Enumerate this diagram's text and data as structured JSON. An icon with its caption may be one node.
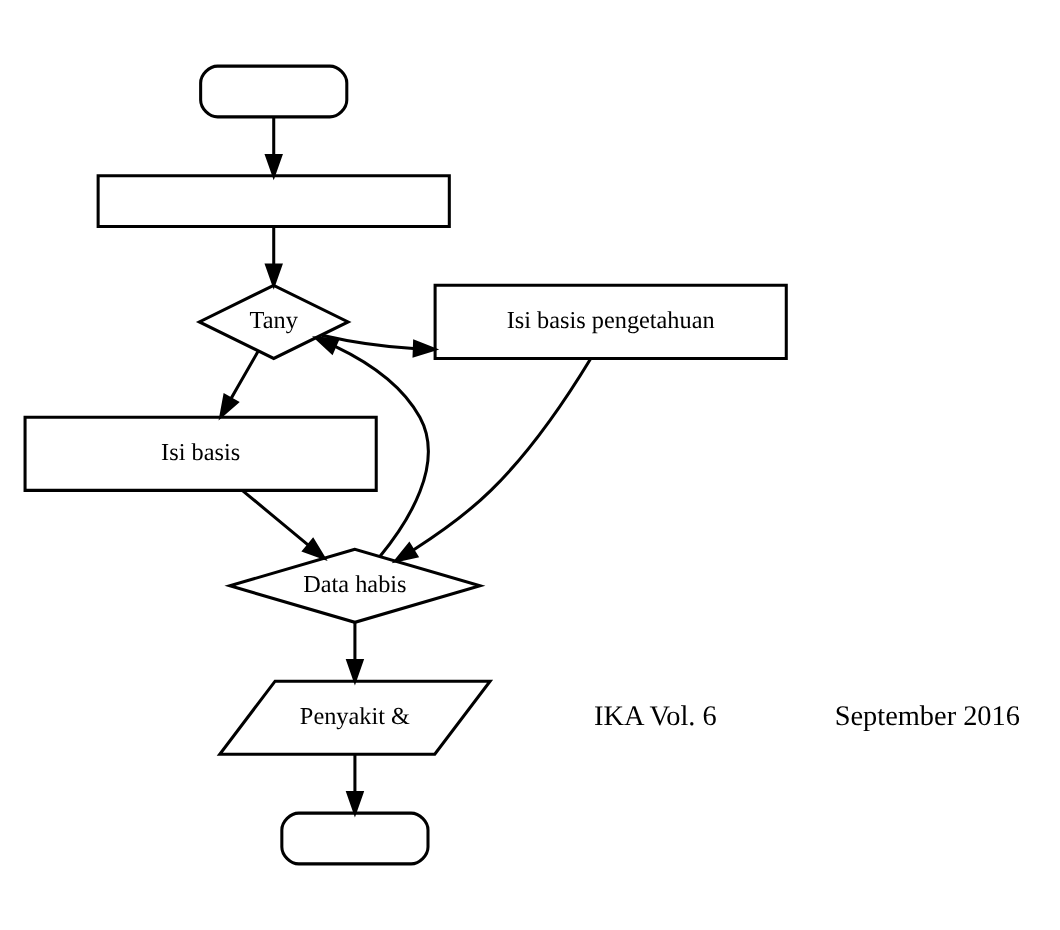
{
  "diagram": {
    "nodes": [
      {
        "text": [],
        "shape": "terminator"
      },
      {
        "text": [],
        "shape": "box"
      },
      {
        "text": [
          "Tany"
        ]
      },
      {
        "text": [
          "Isi basis pengetahuan"
        ]
      },
      {
        "text": [
          "Isi basis"
        ]
      },
      {
        "text": [
          "Data habis"
        ]
      },
      {
        "text": [
          "Penyakit &"
        ]
      },
      {
        "text": [],
        "shape": "terminator"
      }
    ],
    "edges": [
      {
        "from": 0,
        "to": 1,
        "arrow": "to"
      },
      {
        "from": 1,
        "to": 2,
        "arrow": "to"
      },
      {
        "from": 2,
        "to": 3,
        "arrow": "to"
      },
      {
        "from": 2,
        "to": 4,
        "arrow": "to"
      },
      {
        "from": 4,
        "to": 5,
        "arrow": "to"
      },
      {
        "from": 3,
        "to": 5,
        "arrow": "to"
      },
      {
        "from": 5,
        "to": 2,
        "arrow": "to"
      },
      {
        "from": 5,
        "to": 6,
        "arrow": "to"
      },
      {
        "from": 6,
        "to": 7,
        "arrow": "to"
      }
    ],
    "labels": [
      "IKA Vol. 6",
      "September 2016"
    ]
  }
}
